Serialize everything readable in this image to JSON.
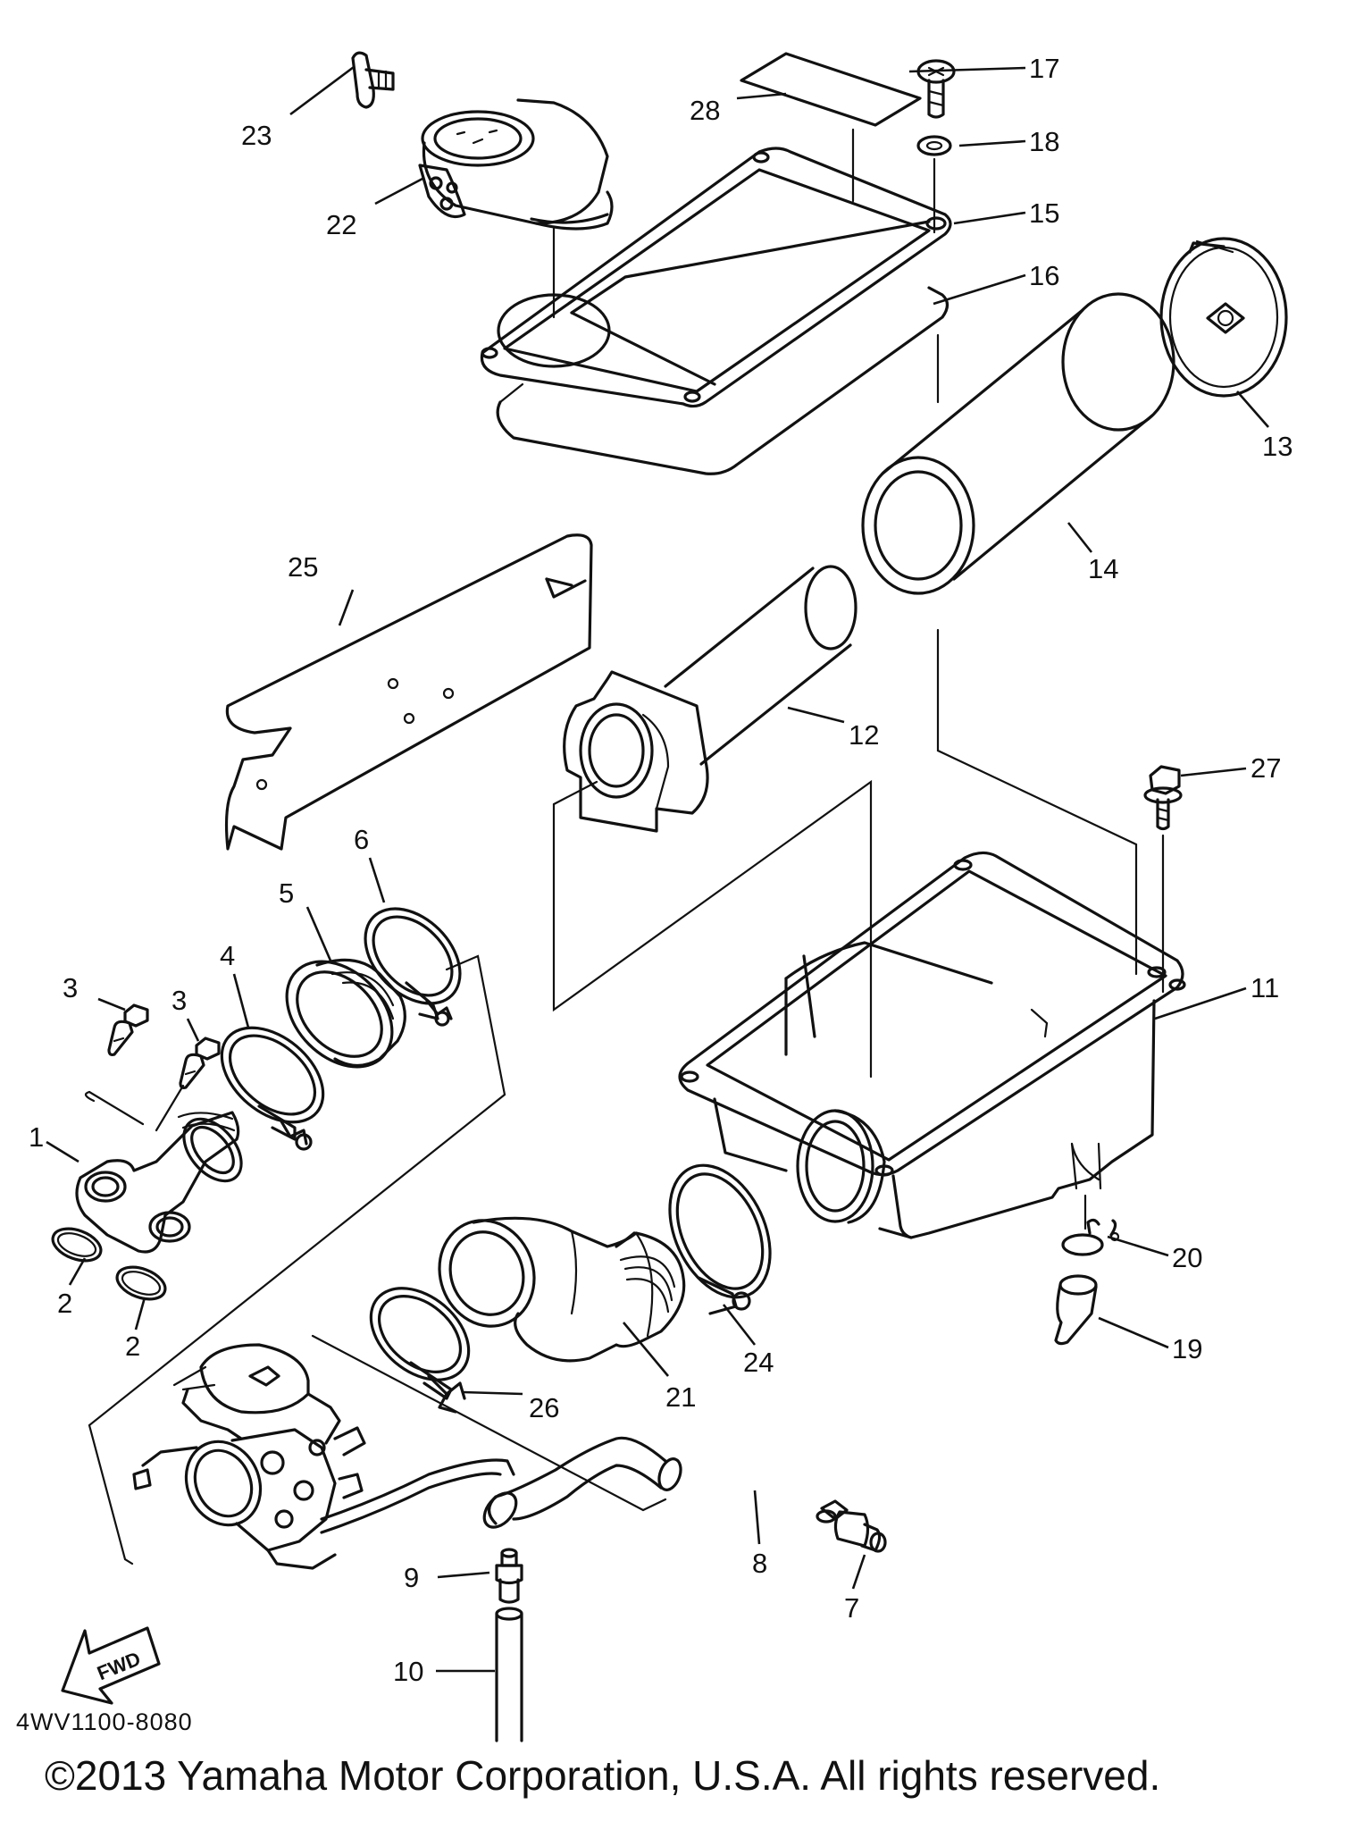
{
  "callouts": {
    "c1": "1",
    "c2a": "2",
    "c2b": "2",
    "c3a": "3",
    "c3b": "3",
    "c4": "4",
    "c5": "5",
    "c6": "6",
    "c7": "7",
    "c8": "8",
    "c9": "9",
    "c10": "10",
    "c11": "11",
    "c12": "12",
    "c13": "13",
    "c14": "14",
    "c15": "15",
    "c16": "16",
    "c17": "17",
    "c18": "18",
    "c19": "19",
    "c20": "20",
    "c21": "21",
    "c22": "22",
    "c23": "23",
    "c24": "24",
    "c25": "25",
    "c26": "26",
    "c27": "27",
    "c28": "28"
  },
  "fwd_label": "FWD",
  "catalog_code": "4WV1100-8080",
  "copyright": "©2013 Yamaha Motor Corporation, U.S.A. All rights reserved."
}
